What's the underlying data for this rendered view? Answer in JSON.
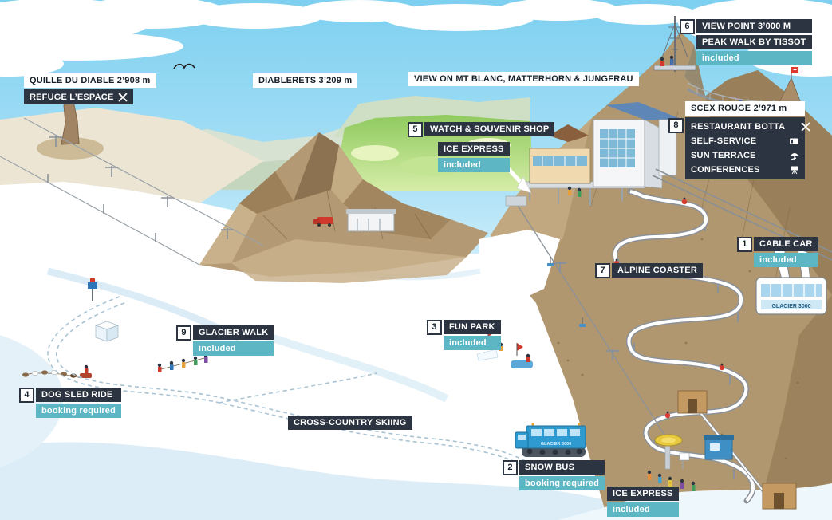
{
  "colors": {
    "label_dark": "#2b3440",
    "badge_teal": "#5cb6c3",
    "label_white": "#ffffff",
    "text_dark": "#16202a",
    "sky_top": "#7ed0f0",
    "valley_green": "#a5d86e",
    "rock_brown": "#b1976f",
    "accent_red": "#d63b2f",
    "bus_blue": "#2e9ad0"
  },
  "labels": {
    "quille_du_diable": {
      "title": "QUILLE DU DIABLE 2’908 m",
      "sub": "REFUGE L’ESPACE",
      "icon": "cutlery-icon"
    },
    "diablerets": {
      "title": "DIABLERETS 3’209 m"
    },
    "panorama": {
      "title": "VIEW ON MT BLANC, MATTERHORN & JUNGFRAU"
    },
    "watch_shop": {
      "num": "5",
      "title": "WATCH & SOUVENIR SHOP"
    },
    "ice_express_top": {
      "title": "ICE EXPRESS",
      "badge": "included"
    },
    "view_point": {
      "num": "6",
      "title": "VIEW POINT 3’000 M",
      "sub": "PEAK WALK BY TISSOT",
      "badge": "included"
    },
    "scex_rouge": {
      "num": "8",
      "title": "SCEX ROUGE 2’971 m",
      "rows": [
        {
          "label": "RESTAURANT BOTTA",
          "icon": "cutlery-icon"
        },
        {
          "label": "SELF-SERVICE",
          "icon": "tray-icon"
        },
        {
          "label": "SUN TERRACE",
          "icon": "parasol-icon"
        },
        {
          "label": "CONFERENCES",
          "icon": "presentation-icon"
        }
      ]
    },
    "cable_car": {
      "num": "1",
      "title": "CABLE CAR",
      "badge": "included"
    },
    "alpine_coaster": {
      "num": "7",
      "title": "ALPINE COASTER"
    },
    "glacier_walk": {
      "num": "9",
      "title": "GLACIER WALK",
      "badge": "included"
    },
    "fun_park": {
      "num": "3",
      "title": "FUN PARK",
      "badge": "included"
    },
    "dog_sled": {
      "num": "4",
      "title": "DOG SLED RIDE",
      "badge": "booking required"
    },
    "cross_country": {
      "title": "CROSS-COUNTRY SKIING"
    },
    "snow_bus": {
      "num": "2",
      "title": "SNOW BUS",
      "badge": "booking required"
    },
    "ice_express_base": {
      "title": "ICE EXPRESS",
      "badge": "included"
    }
  },
  "vehicles": {
    "cable_car_text": "GLACIER 3000",
    "snow_bus_text": "GLACIER 3000"
  }
}
